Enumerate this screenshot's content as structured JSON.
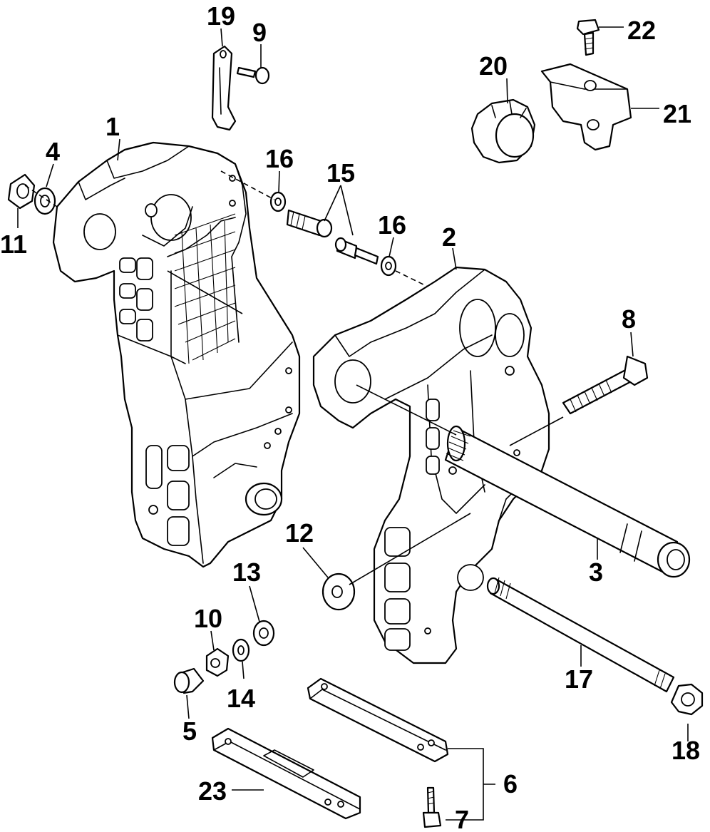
{
  "callouts": [
    {
      "id": "c1",
      "label": "1"
    },
    {
      "id": "c2",
      "label": "2"
    },
    {
      "id": "c3",
      "label": "3"
    },
    {
      "id": "c4",
      "label": "4"
    },
    {
      "id": "c5",
      "label": "5"
    },
    {
      "id": "c6",
      "label": "6"
    },
    {
      "id": "c7",
      "label": "7"
    },
    {
      "id": "c8",
      "label": "8"
    },
    {
      "id": "c9",
      "label": "9"
    },
    {
      "id": "c10",
      "label": "10"
    },
    {
      "id": "c11",
      "label": "11"
    },
    {
      "id": "c12",
      "label": "12"
    },
    {
      "id": "c13",
      "label": "13"
    },
    {
      "id": "c14",
      "label": "14"
    },
    {
      "id": "c15",
      "label": "15"
    },
    {
      "id": "c16a",
      "label": "16"
    },
    {
      "id": "c16b",
      "label": "16"
    },
    {
      "id": "c17",
      "label": "17"
    },
    {
      "id": "c18",
      "label": "18"
    },
    {
      "id": "c19",
      "label": "19"
    },
    {
      "id": "c20",
      "label": "20"
    },
    {
      "id": "c21",
      "label": "21"
    },
    {
      "id": "c22",
      "label": "22"
    },
    {
      "id": "c23",
      "label": "23"
    }
  ]
}
